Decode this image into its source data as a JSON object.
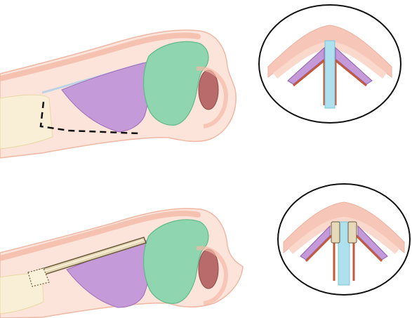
{
  "figure": {
    "panels": [
      {
        "id": "top",
        "illustration": "lateral-nose-section",
        "inset": "cross-section-before"
      },
      {
        "id": "bottom",
        "illustration": "lateral-nose-section-with-graft",
        "inset": "cross-section-after-graft"
      }
    ],
    "colors": {
      "skin": "#f6c7b8",
      "skin_light": "#fde4da",
      "alar_cartilage": "#8fd6b0",
      "upper_lateral_cartilage": "#c59ad8",
      "septum": "#aee0ee",
      "mucosa_red": "#c45a3c",
      "graft_beige": "#e6d9b9",
      "nostril": "#b96b6b",
      "bone": "#f3e6c7",
      "outline": "#111111"
    }
  }
}
